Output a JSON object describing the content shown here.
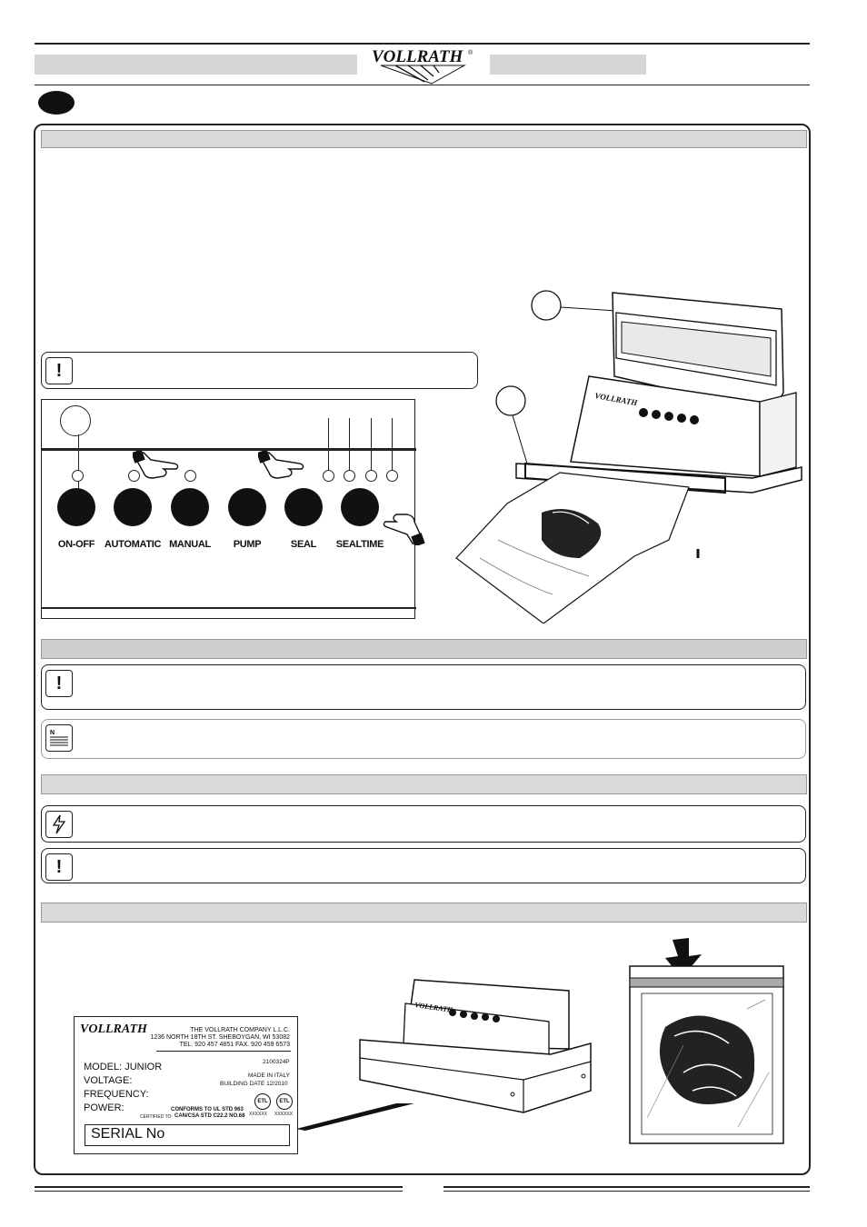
{
  "header": {
    "brand": "VOLLRATH",
    "registered": "®"
  },
  "control_panel": {
    "buttons": [
      {
        "label": "ON-OFF"
      },
      {
        "label": "AUTOMATIC"
      },
      {
        "label": "MANUAL"
      },
      {
        "label": "PUMP"
      },
      {
        "label": "SEAL"
      },
      {
        "label": "SEALTIME"
      }
    ]
  },
  "rating_label": {
    "brand": "VOLLRATH",
    "company": "THE VOLLRATH COMPANY L.L.C.",
    "address": "1236 NORTH 18TH ST. SHEBOYGAN, WI 53082",
    "phone": "TEL. 920 457 4851 FAX. 920 459 6573",
    "model": "MODEL: JUNIOR",
    "voltage": "VOLTAGE:",
    "frequency": "FREQUENCY:",
    "power": "POWER:",
    "code": "2100324P",
    "made_in": "MADE IN ITALY",
    "building_date": "BUILDING DATE   12/2010",
    "conforms": "CONFORMS TO UL STD 963",
    "certified": "CERTIFIED TO:",
    "csa": "CAN/CSA STD C22.2 NO.68",
    "xx1": "XXXXXX",
    "xx2": "XXXXXX",
    "serial": "SERIAL No"
  }
}
